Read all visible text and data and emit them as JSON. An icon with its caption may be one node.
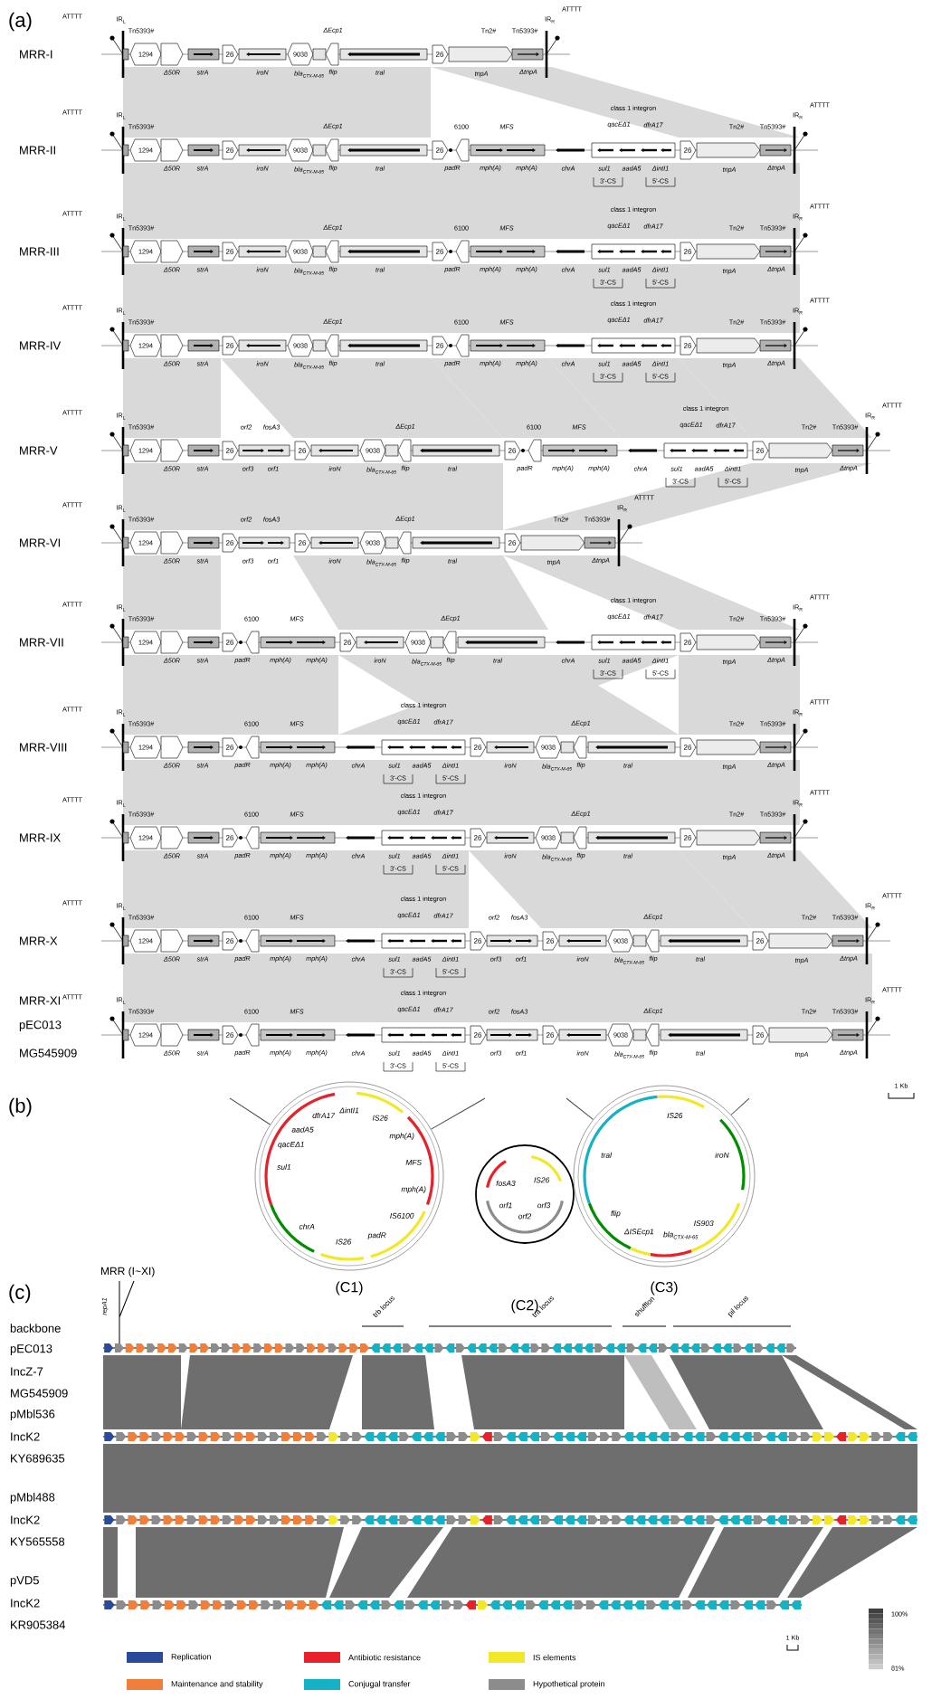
{
  "diagram": {
    "nodes": [
      {
        "text": [
          "ΔintI1",
          "IS26",
          "mph(A)",
          "MFS",
          "mph(A)",
          "IS6100",
          "padR",
          "IS26",
          "chrA",
          "sul1",
          "qacEΔ1",
          "aadA5",
          "dfrA17"
        ],
        "beside": [
          "(C1)"
        ]
      },
      {
        "text": [
          "fosA3",
          "IS26",
          "orf1",
          "orf3",
          "orf2"
        ],
        "beside": [
          "(C2)"
        ]
      },
      {
        "text": [
          "IS26",
          "iroN",
          "IS903",
          "bla$_{CTX-M-65}$",
          "ΔISEcp1",
          "flip",
          "tral"
        ],
        "beside": [
          "(C3)"
        ]
      }
    ],
    "edges": [
      {
        "from": null,
        "to": 0,
        "arrow": "none"
      },
      {
        "from": null,
        "to": 0,
        "arrow": "none"
      },
      {
        "from": null,
        "to": 2,
        "arrow": "none"
      },
      {
        "from": null,
        "to": 2,
        "arrow": "none"
      }
    ],
    "labels": [
      "(a)",
      "MRR-I",
      "ATTTT",
      "IR$_{L}$",
      "Tn5393#",
      "1294",
      "Δ50R",
      "strA",
      "ΔEcp1",
      "26",
      "9038",
      "iroN",
      "bla$_{CTX-M-65}$",
      "flip",
      "tral",
      "Tn2#",
      "Tn5393#",
      "IR$_{R}$",
      "ATTTT",
      "26",
      "tnpA",
      "ΔtnpA",
      "MRR-II",
      "ATTTT",
      "IR$_{L}$",
      "Tn5393#",
      "1294",
      "Δ50R",
      "strA",
      "ΔEcp1",
      "26",
      "9038",
      "iroN",
      "bla$_{CTX-M-65}$",
      "flip",
      "tral",
      "6100",
      "MFS",
      "26",
      "padR",
      "mph(A)",
      "mph(A)",
      "class 1 integron",
      "qacEΔ1",
      "dfrA17",
      "chrA",
      "sul1",
      "aadA5",
      "ΔintI1",
      "3'-CS",
      "5'-CS",
      "Tn2#",
      "Tn5393#",
      "IR$_{R}$",
      "ATTTT",
      "26",
      "tnpA",
      "ΔtnpA",
      "MRR-III",
      "ATTTT",
      "IR$_{L}$",
      "Tn5393#",
      "1294",
      "Δ50R",
      "strA",
      "ΔEcp1",
      "26",
      "9038",
      "iroN",
      "bla$_{CTX-M-65}$",
      "flip",
      "tral",
      "6100",
      "MFS",
      "26",
      "padR",
      "mph(A)",
      "mph(A)",
      "class 1 integron",
      "qacEΔ1",
      "dfrA17",
      "chrA",
      "sul1",
      "aadA5",
      "ΔintI1",
      "3'-CS",
      "5'-CS",
      "Tn2#",
      "Tn5393#",
      "IR$_{R}$",
      "ATTTT",
      "26",
      "tnpA",
      "ΔtnpA",
      "MRR-IV",
      "ATTTT",
      "IR$_{L}$",
      "Tn5393#",
      "1294",
      "Δ50R",
      "strA",
      "ΔEcp1",
      "26",
      "9038",
      "iroN",
      "bla$_{CTX-M-65}$",
      "flip",
      "tral",
      "6100",
      "MFS",
      "26",
      "padR",
      "mph(A)",
      "mph(A)",
      "class 1 integron",
      "qacEΔ1",
      "dfrA17",
      "chrA",
      "sul1",
      "aadA5",
      "ΔintI1",
      "3'-CS",
      "5'-CS",
      "Tn2#",
      "Tn5393#",
      "IR$_{R}$",
      "ATTTT",
      "26",
      "tnpA",
      "ΔtnpA",
      "MRR-V",
      "ATTTT",
      "IR$_{L}$",
      "Tn5393#",
      "1294",
      "Δ50R",
      "strA",
      "orf2",
      "fosA3",
      "26",
      "orf3",
      "orf1",
      "ΔEcp1",
      "26",
      "9038",
      "iroN",
      "bla$_{CTX-M-65}$",
      "flip",
      "tral",
      "6100",
      "MFS",
      "26",
      "padR",
      "mph(A)",
      "mph(A)",
      "class 1 integron",
      "qacEΔ1",
      "dfrA17",
      "chrA",
      "sul1",
      "aadA5",
      "ΔintI1",
      "3'-CS",
      "5'-CS",
      "Tn2#",
      "Tn5393#",
      "IR$_{R}$",
      "ATTTT",
      "26",
      "tnpA",
      "ΔtnpA",
      "MRR-VI",
      "ATTTT",
      "IR$_{L}$",
      "Tn5393#",
      "1294",
      "Δ50R",
      "strA",
      "orf2",
      "fosA3",
      "26",
      "orf3",
      "orf1",
      "ΔEcp1",
      "26",
      "9038",
      "iroN",
      "bla$_{CTX-M-65}$",
      "flip",
      "tral",
      "Tn2#",
      "Tn5393#",
      "IR$_{R}$",
      "ATTTT",
      "26",
      "tnpA",
      "ΔtnpA",
      "MRR-VII",
      "ATTTT",
      "IR$_{L}$",
      "Tn5393#",
      "1294",
      "Δ50R",
      "strA",
      "6100",
      "MFS",
      "26",
      "padR",
      "mph(A)",
      "mph(A)",
      "ΔEcp1",
      "26",
      "9038",
      "iroN",
      "bla$_{CTX-M-65}$",
      "flip",
      "tral",
      "class 1 integron",
      "qacEΔ1",
      "dfrA17",
      "chrA",
      "sul1",
      "aadA5",
      "ΔintI1",
      "3'-CS",
      "5'-CS",
      "Tn2#",
      "Tn5393#",
      "IR$_{R}$",
      "ATTTT",
      "26",
      "tnpA",
      "ΔtnpA",
      "MRR-VIII",
      "ATTTT",
      "IR$_{L}$",
      "Tn5393#",
      "1294",
      "Δ50R",
      "strA",
      "6100",
      "MFS",
      "26",
      "padR",
      "mph(A)",
      "mph(A)",
      "class 1 integron",
      "qacEΔ1",
      "dfrA17",
      "chrA",
      "sul1",
      "aadA5",
      "ΔintI1",
      "3'-CS",
      "5'-CS",
      "ΔEcp1",
      "26",
      "9038",
      "iroN",
      "bla$_{CTX-M-65}$",
      "flip",
      "tral",
      "Tn2#",
      "Tn5393#",
      "IR$_{R}$",
      "ATTTT",
      "26",
      "tnpA",
      "ΔtnpA",
      "MRR-IX",
      "ATTTT",
      "IR$_{L}$",
      "Tn5393#",
      "1294",
      "Δ50R",
      "strA",
      "6100",
      "MFS",
      "26",
      "padR",
      "mph(A)",
      "mph(A)",
      "class 1 integron",
      "qacEΔ1",
      "dfrA17",
      "chrA",
      "sul1",
      "aadA5",
      "ΔintI1",
      "3'-CS",
      "5'-CS",
      "ΔEcp1",
      "26",
      "9038",
      "iroN",
      "bla$_{CTX-M-65}$",
      "flip",
      "tral",
      "Tn2#",
      "Tn5393#",
      "IR$_{R}$",
      "ATTTT",
      "26",
      "tnpA",
      "ΔtnpA",
      "MRR-X",
      "ATTTT",
      "IR$_{L}$",
      "Tn5393#",
      "1294",
      "Δ50R",
      "strA",
      "6100",
      "MFS",
      "26",
      "padR",
      "mph(A)",
      "mph(A)",
      "class 1 integron",
      "qacEΔ1",
      "dfrA17",
      "chrA",
      "sul1",
      "aadA5",
      "ΔintI1",
      "3'-CS",
      "5'-CS",
      "orf2",
      "fosA3",
      "26",
      "orf3",
      "orf1",
      "ΔEcp1",
      "26",
      "9038",
      "iroN",
      "bla$_{CTX-M-65}$",
      "flip",
      "tral",
      "Tn2#",
      "Tn5393#",
      "IR$_{R}$",
      "ATTTT",
      "26",
      "tnpA",
      "ΔtnpA",
      "MRR-XI",
      "pEC013",
      "MG545909",
      "ATTTT",
      "IR$_{L}$",
      "Tn5393#",
      "1294",
      "Δ50R",
      "strA",
      "6100",
      "MFS",
      "26",
      "padR",
      "mph(A)",
      "mph(A)",
      "class 1 integron",
      "qacEΔ1",
      "dfrA17",
      "chrA",
      "sul1",
      "aadA5",
      "ΔintI1",
      "3'-CS",
      "5'-CS",
      "orf2",
      "fosA3",
      "26",
      "orf3",
      "orf1",
      "ΔEcp1",
      "26",
      "9038",
      "iroN",
      "bla$_{CTX-M-65}$",
      "flip",
      "tral",
      "Tn2#",
      "Tn5393#",
      "IR$_{R}$",
      "ATTTT",
      "26",
      "tnpA",
      "ΔtnpA",
      "(b)",
      "1 Kb",
      "(c)",
      "MRR (I~XI)",
      "repA1",
      "trb locus",
      "tra locus",
      "shufflon",
      "pil locus",
      "backbone",
      "pEC013",
      "IncZ-7",
      "MG545909",
      "pMbl536",
      "IncK2",
      "KY689635",
      "pMbl488",
      "IncK2",
      "KY565558",
      "pVD5",
      "IncK2",
      "KR905384",
      "1 Kb",
      "100%",
      "81%"
    ],
    "legend": [
      {
        "text": "Replication",
        "color": "#2b4a9a"
      },
      {
        "text": "Antibiotic resistance",
        "color": "#e8202a"
      },
      {
        "text": "IS elements",
        "color": "#f2e829"
      },
      {
        "text": "Maintenance and stability",
        "color": "#f07f3c"
      },
      {
        "text": "Conjugal transfer",
        "color": "#13b2c4"
      },
      {
        "text": "Hypothetical protein",
        "color": "#8c8c8c"
      }
    ]
  }
}
